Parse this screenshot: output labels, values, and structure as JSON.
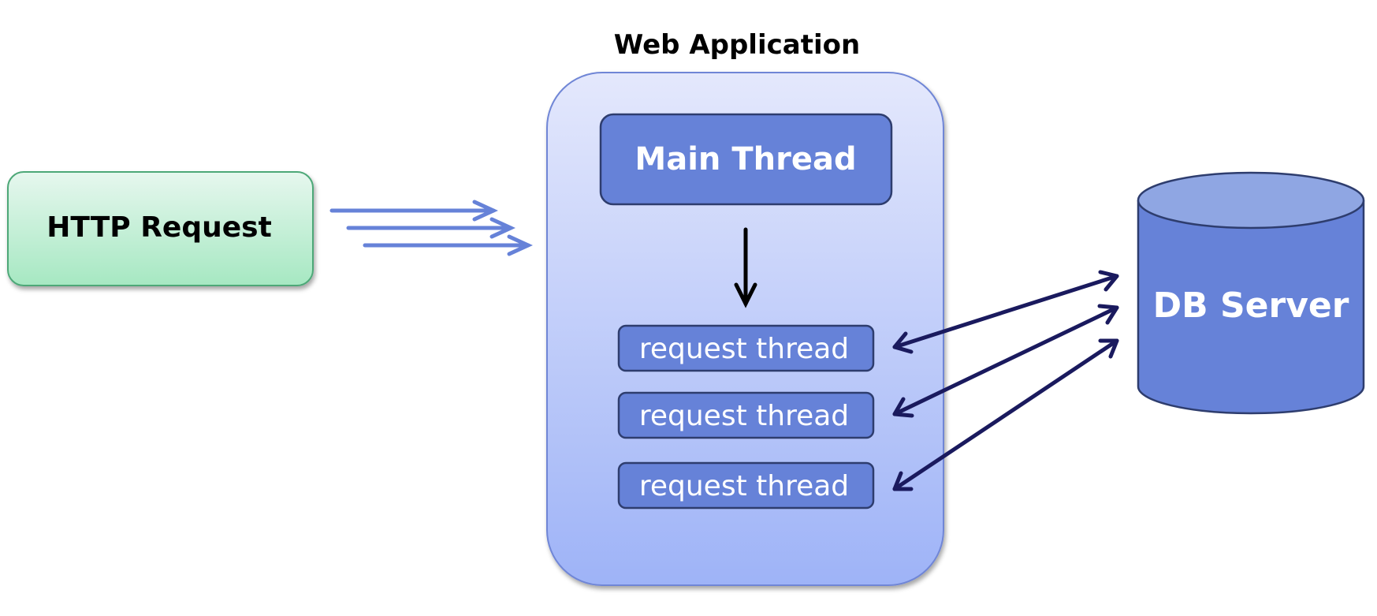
{
  "title": "Web Application",
  "http_request": {
    "label": "HTTP Request"
  },
  "main_thread": {
    "label": "Main Thread"
  },
  "request_threads": [
    {
      "label": "request thread"
    },
    {
      "label": "request thread"
    },
    {
      "label": "request thread"
    }
  ],
  "db_server": {
    "label": "DB Server"
  },
  "colors": {
    "request_box_fill_top": "#E6F7EE",
    "request_box_fill_bottom": "#A6E8C2",
    "request_box_stroke": "#4DA878",
    "app_fill_top": "#E4E8FC",
    "app_fill_bottom": "#9EB3F7",
    "app_stroke": "#6F86D6",
    "thread_fill": "#6682D8",
    "thread_stroke": "#2E3D6E",
    "db_fill": "#6682D8",
    "db_top_fill": "#8FA6E3",
    "incoming_arrow": "#6682D8",
    "db_arrow": "#1A1A5E",
    "main_arrow": "#000000"
  }
}
